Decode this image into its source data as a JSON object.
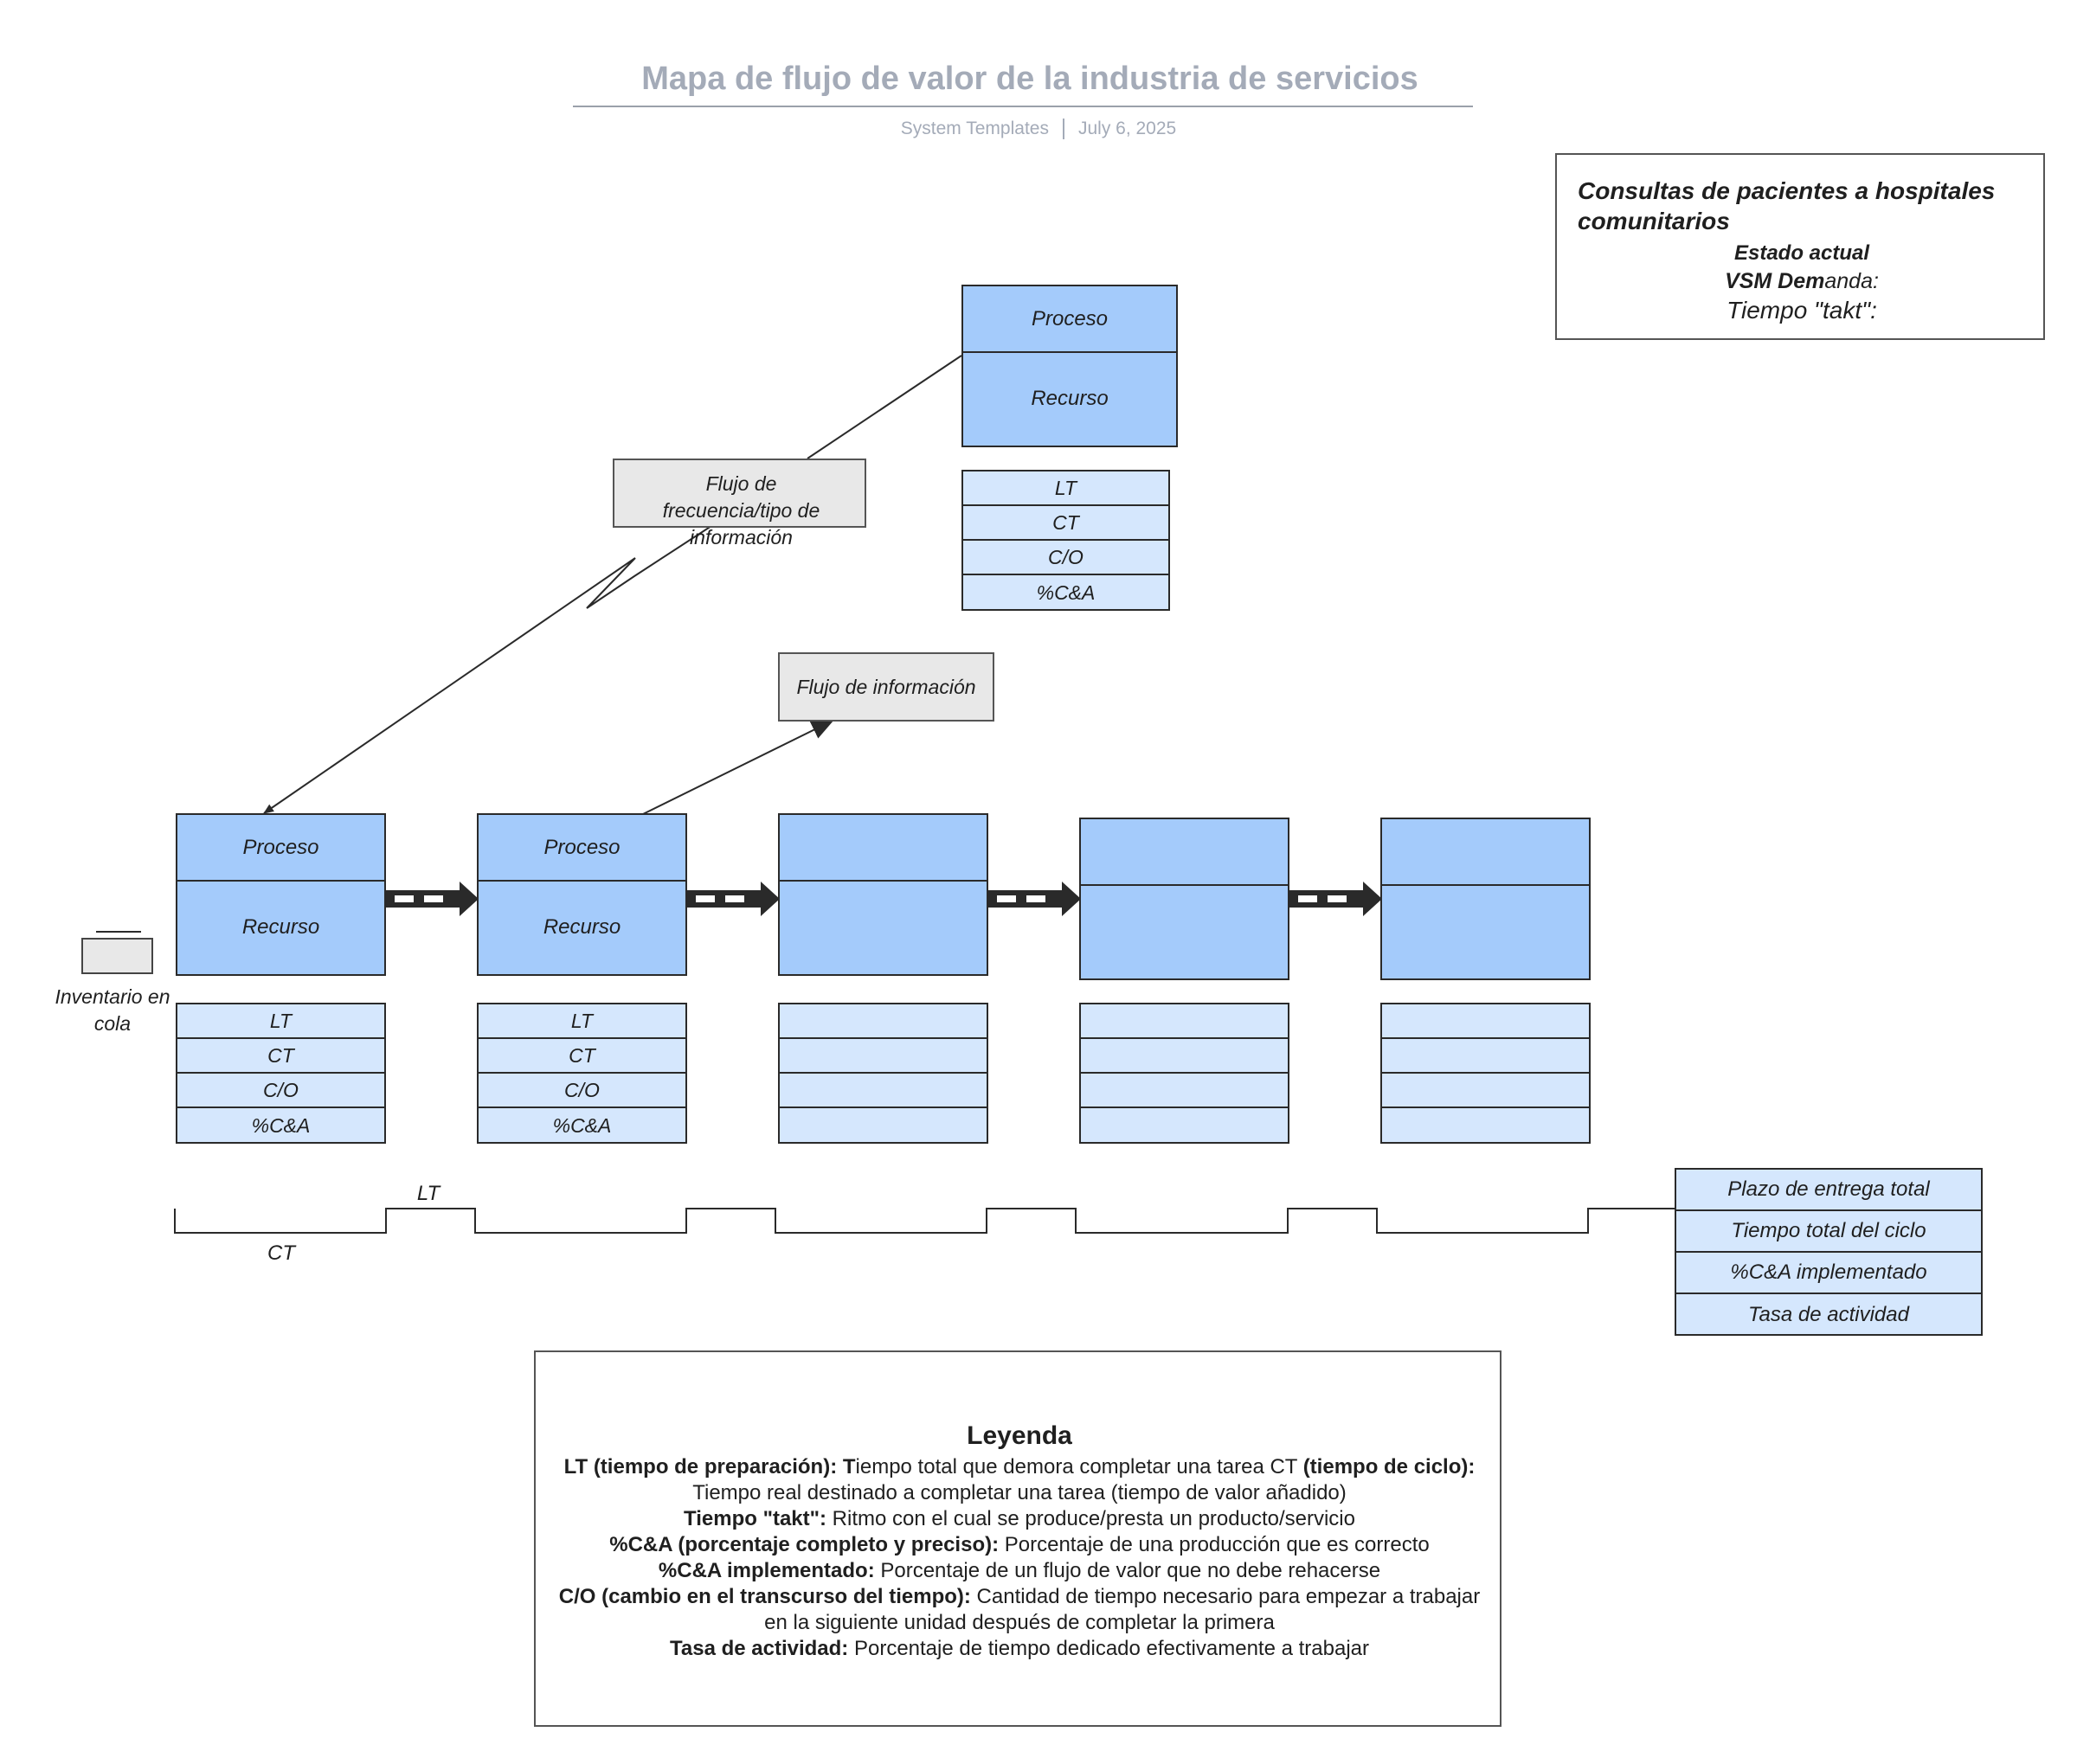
{
  "header": {
    "title": "Mapa de flujo de valor de la industria de servicios",
    "author": "System Templates",
    "date": "July 6, 2025"
  },
  "info_box": {
    "title": "Consultas de pacientes a hospitales comunitarios",
    "line1": "Estado actual",
    "line2_bold": "VSM Dem",
    "line2_rest": "anda:",
    "line3": "Tiempo \"takt\":"
  },
  "top_process": {
    "process": "Proceso",
    "resource": "Recurso",
    "rows": [
      "LT",
      "CT",
      "C/O",
      "%C&A"
    ]
  },
  "notes": {
    "freq_flow": "Flujo de frecuencia/tipo de información",
    "info_flow": "Flujo de información"
  },
  "processes": [
    {
      "process": "Proceso",
      "resource": "Recurso",
      "rows": [
        "LT",
        "CT",
        "C/O",
        "%C&A"
      ]
    },
    {
      "process": "Proceso",
      "resource": "Recurso",
      "rows": [
        "LT",
        "CT",
        "C/O",
        "%C&A"
      ]
    },
    {
      "process": "",
      "resource": "",
      "rows": [
        "",
        "",
        "",
        ""
      ]
    },
    {
      "process": "",
      "resource": "",
      "rows": [
        "",
        "",
        "",
        ""
      ]
    },
    {
      "process": "",
      "resource": "",
      "rows": [
        "",
        "",
        "",
        ""
      ]
    }
  ],
  "inventory": {
    "label": "Inventario en cola"
  },
  "timeline": {
    "lt_label": "LT",
    "ct_label": "CT"
  },
  "summary": [
    "Plazo de entrega total",
    "Tiempo total del ciclo",
    "%C&A implementado",
    "Tasa de actividad"
  ],
  "legend": {
    "title": "Leyenda",
    "lt_term": "LT (tiempo de preparación): T",
    "lt_desc": "iempo total que demora completar una tarea CT ",
    "ct_term": "(tiempo de ciclo):",
    "ct_desc": " Tiempo real destinado a completar una tarea (tiempo de valor añadido)",
    "takt_term": "Tiempo \"takt\":",
    "takt_desc": " Ritmo con el cual se produce/presta un producto/servicio",
    "ca_term": "%C&A (porcentaje completo y preciso):",
    "ca_desc": " Porcentaje de una producción que es correcto",
    "cai_term": "%C&A implementado:",
    "cai_desc": " Porcentaje de un flujo de valor que no debe rehacerse",
    "co_term": "C/O (cambio en el transcurso del tiempo):",
    "co_desc": " Cantidad de tiempo necesario para empezar a trabajar en la siguiente unidad después de completar la primera",
    "rate_term": "Tasa de actividad:",
    "rate_desc": " Porcentaje de tiempo dedicado efectivamente a trabajar"
  },
  "colors": {
    "process_fill": "#a4cbfb",
    "data_fill": "#d5e7fd",
    "note_fill": "#e8e8e8",
    "title": "#a4abb8"
  }
}
